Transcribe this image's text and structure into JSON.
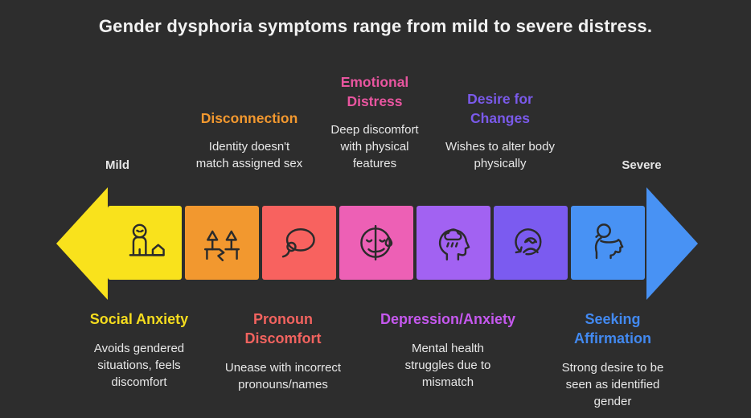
{
  "title": "Gender dysphoria symptoms range from mild to severe distress.",
  "colors": {
    "background": "#2d2d2d",
    "body_text": "#e8e8e8",
    "title_text": "#f2f2f2",
    "icon_stroke": "#2b2b2b"
  },
  "scale": {
    "left_label": "Mild",
    "right_label": "Severe",
    "left_arrow_color": "#f9e21c",
    "right_arrow_color": "#4892f4"
  },
  "top_sections": [
    {
      "heading": "Disconnection",
      "color": "#f2982f",
      "description": "Identity doesn't\nmatch assigned sex"
    },
    {
      "heading": "Emotional\nDistress",
      "color": "#e8559f",
      "description": "Deep discomfort\nwith physical\nfeatures"
    },
    {
      "heading": "Desire for\nChanges",
      "color": "#7a5aea",
      "description": "Wishes to alter body\nphysically"
    }
  ],
  "bottom_sections": [
    {
      "heading": "Social Anxiety",
      "color": "#f5dc1e",
      "description": "Avoids gendered\nsituations, feels\ndiscomfort"
    },
    {
      "heading": "Pronoun\nDiscomfort",
      "color": "#f2635f",
      "description": "Unease with incorrect\npronouns/names"
    },
    {
      "heading": "Depression/Anxiety",
      "color": "#c558ee",
      "description": "Mental health\nstruggles due to\nmismatch"
    },
    {
      "heading": "Seeking\nAffirmation",
      "color": "#4289f0",
      "description": "Strong desire to be\nseen as identified\ngender"
    }
  ],
  "segments": [
    {
      "label": "social-anxiety",
      "color": "#f9e21c",
      "icon": "person-with-house-icon"
    },
    {
      "label": "disconnection",
      "color": "#f2982f",
      "icon": "split-ground-arrows-icon"
    },
    {
      "label": "pronoun-discomfort",
      "color": "#f8625f",
      "icon": "speech-bubble-icon"
    },
    {
      "label": "emotional-distress",
      "color": "#ed60b5",
      "icon": "half-sad-face-tear-icon"
    },
    {
      "label": "depression-anxiety",
      "color": "#a262f2",
      "icon": "head-rain-cloud-icon"
    },
    {
      "label": "desire-for-changes",
      "color": "#7b5bf0",
      "icon": "cycle-sad-face-icon"
    },
    {
      "label": "seeking-affirmation",
      "color": "#4892f4",
      "icon": "person-body-gaze-icon"
    }
  ]
}
